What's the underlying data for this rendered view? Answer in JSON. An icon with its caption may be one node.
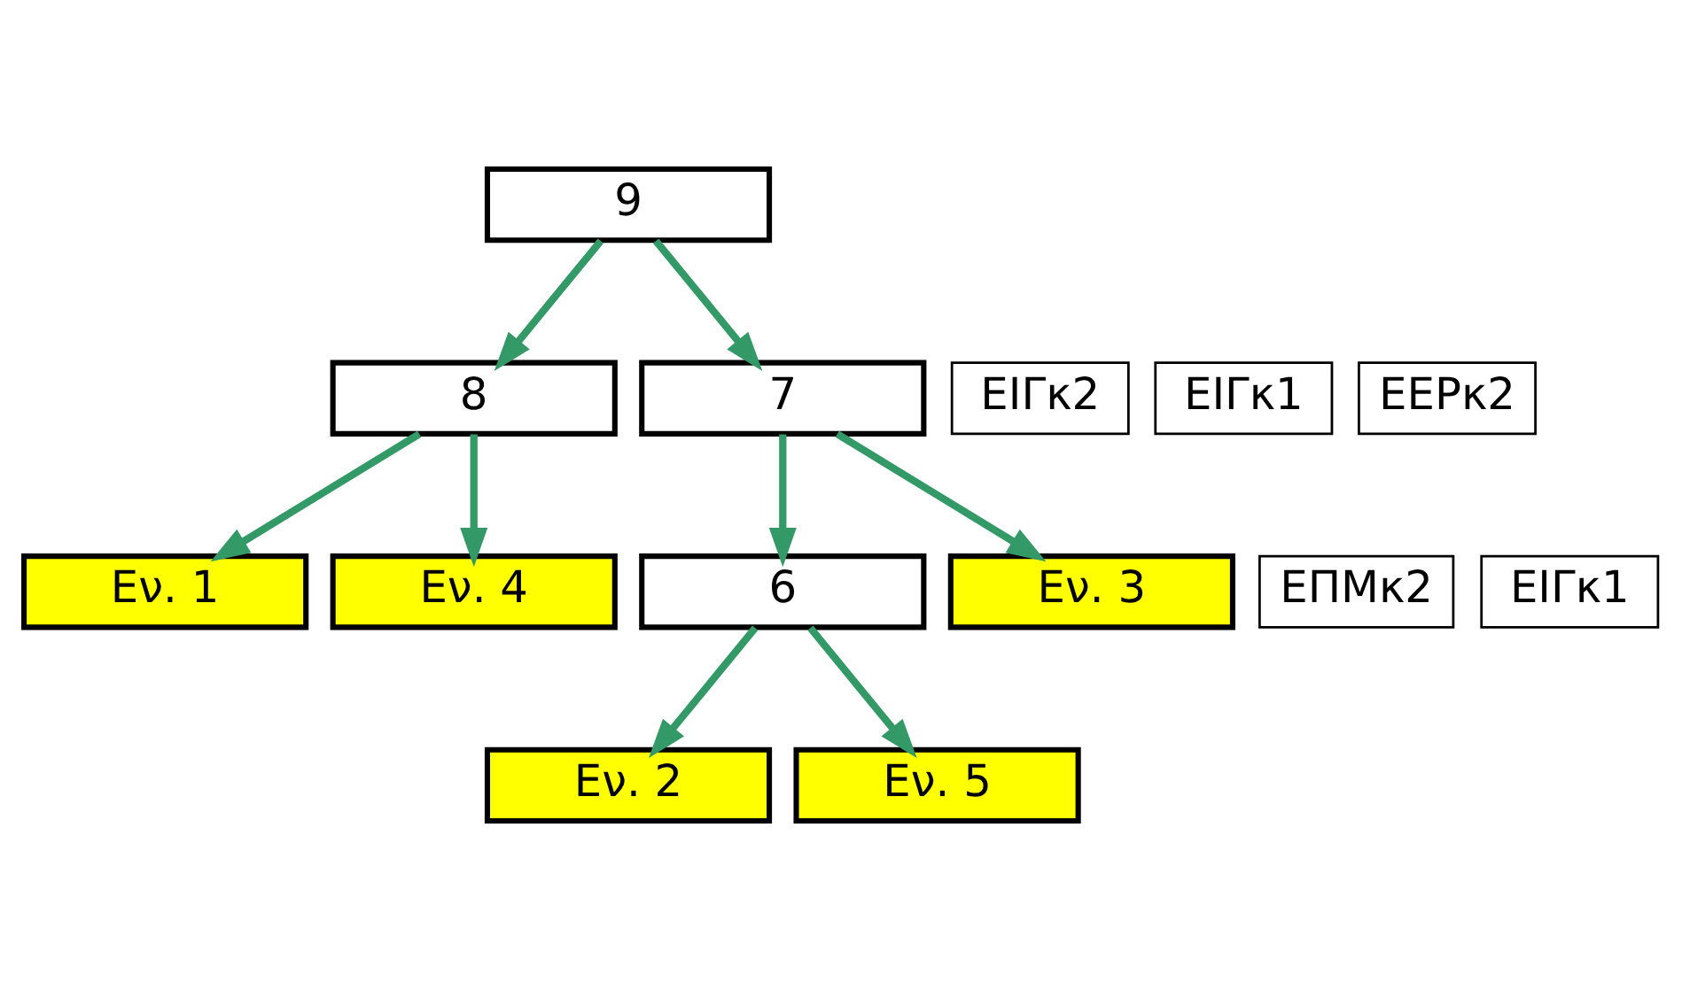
{
  "diagram": {
    "nodes": [
      {
        "text": [
          "9"
        ]
      },
      {
        "text": [
          "8"
        ]
      },
      {
        "text": [
          "ΕΙΓκ2"
        ]
      },
      {
        "text": [
          "7"
        ]
      },
      {
        "text": [
          "ΕΙΓκ1"
        ]
      },
      {
        "text": [
          "ΕΕΡκ2"
        ]
      },
      {
        "text": [
          "Εν. 1"
        ]
      },
      {
        "text": [
          "Εν. 4"
        ]
      },
      {
        "text": [
          "6"
        ]
      },
      {
        "text": [
          "ΕΠΜκ2"
        ]
      },
      {
        "text": [
          "ΕΙΓκ1"
        ]
      },
      {
        "text": [
          "Εν. 3"
        ]
      },
      {
        "text": [
          "Εν. 2"
        ]
      },
      {
        "text": [
          "Εν. 5"
        ]
      }
    ],
    "edges": [
      {
        "from": 0,
        "to": 1,
        "arrow": "to"
      },
      {
        "from": 0,
        "to": 3,
        "arrow": "to"
      },
      {
        "from": 1,
        "to": 6,
        "arrow": "to"
      },
      {
        "from": 1,
        "to": 7,
        "arrow": "to"
      },
      {
        "from": 3,
        "to": 8,
        "arrow": "to"
      },
      {
        "from": 3,
        "to": 11,
        "arrow": "to"
      },
      {
        "from": 8,
        "to": 12,
        "arrow": "to"
      },
      {
        "from": 8,
        "to": 13,
        "arrow": "to"
      }
    ]
  }
}
